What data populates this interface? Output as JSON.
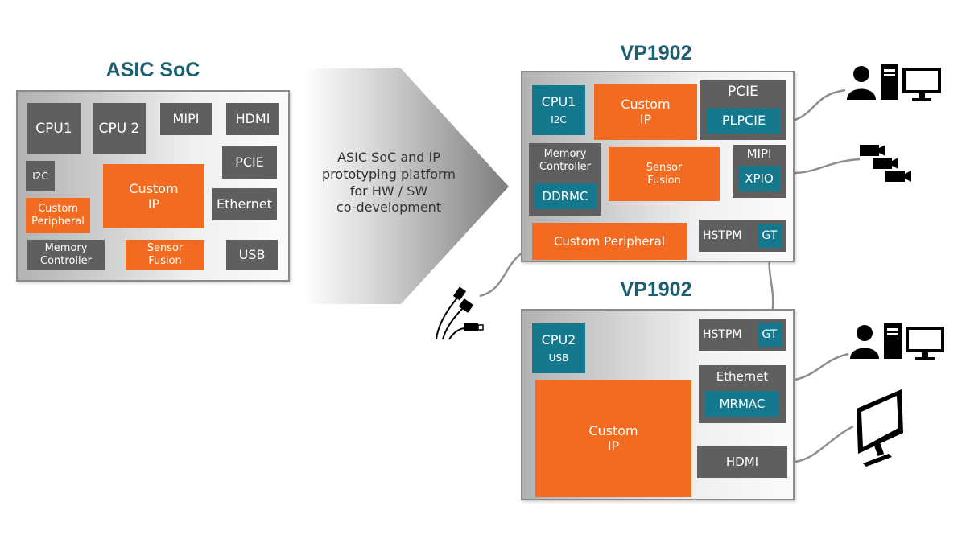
{
  "asic": {
    "title": "ASIC SoC",
    "cpu1": "CPU1",
    "cpu2": "CPU 2",
    "mipi": "MIPI",
    "hdmi": "HDMI",
    "pcie": "PCIE",
    "i2c": "I2C",
    "custom_ip_1": "Custom",
    "custom_ip_2": "IP",
    "ethernet": "Ethernet",
    "custom_periph_1": "Custom",
    "custom_periph_2": "Peripheral",
    "mem_ctrl_1": "Memory",
    "mem_ctrl_2": "Controller",
    "sensor_1": "Sensor",
    "sensor_2": "Fusion",
    "usb": "USB"
  },
  "arrow": {
    "line1": "ASIC SoC and IP",
    "line2": "prototyping platform",
    "line3": "for HW / SW",
    "line4": "co-development"
  },
  "vp_top": {
    "title": "VP1902",
    "cpu1": "CPU1",
    "cpu1_sub": "I2C",
    "custom_ip_1": "Custom",
    "custom_ip_2": "IP",
    "pcie": "PCIE",
    "plpcie": "PLPCIE",
    "mem_ctrl_1": "Memory",
    "mem_ctrl_2": "Controller",
    "ddrmc": "DDRMC",
    "sensor_1": "Sensor",
    "sensor_2": "Fusion",
    "mipi": "MIPI",
    "xpio": "XPIO",
    "custom_periph": "Custom Peripheral",
    "hstpm": "HSTPM",
    "gt": "GT"
  },
  "vp_bottom": {
    "title": "VP1902",
    "cpu2": "CPU2",
    "cpu2_sub": "USB",
    "hstpm": "HSTPM",
    "gt": "GT",
    "ethernet": "Ethernet",
    "mrmac": "MRMAC",
    "custom_ip_1": "Custom",
    "custom_ip_2": "IP",
    "hdmi": "HDMI"
  },
  "colors": {
    "orange": "#f36b21",
    "dark_gray": "#5f5f5f",
    "teal": "#15788c",
    "title_teal": "#1c5f71"
  },
  "icons": [
    "user-pc-monitor-icon",
    "cameras-icon",
    "usb-cables-icon",
    "monitor-icon"
  ]
}
